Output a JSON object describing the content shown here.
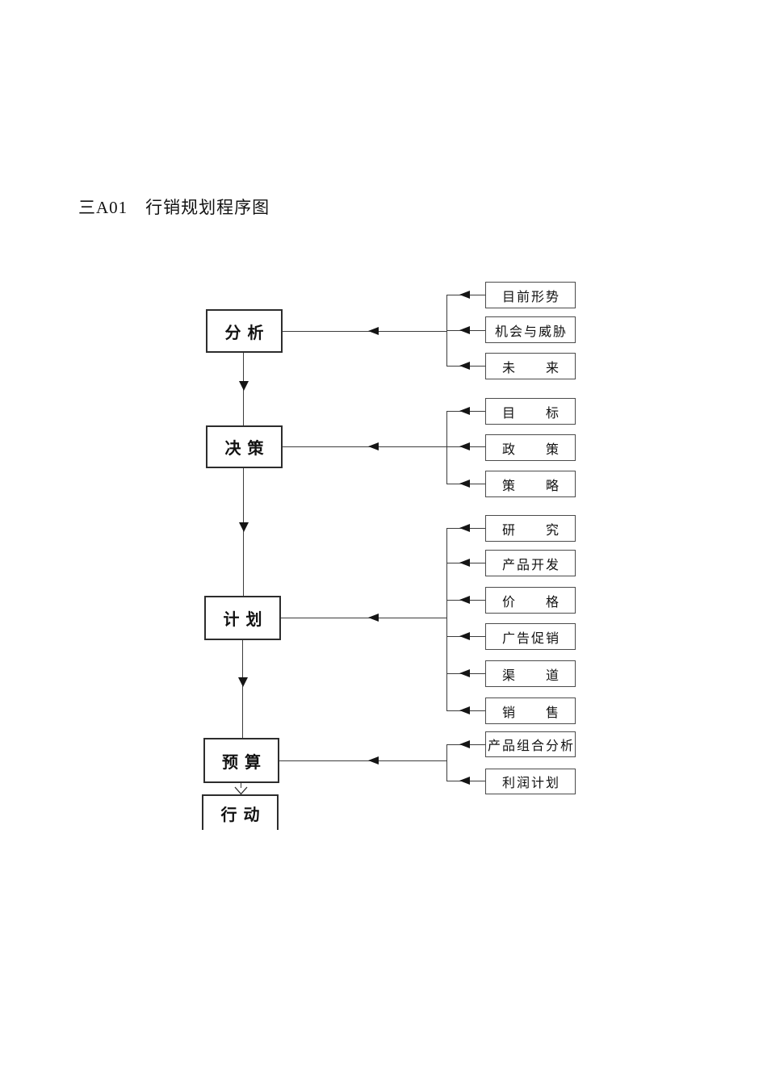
{
  "page": {
    "title": "三A01　行销规划程序图"
  },
  "colors": {
    "background": "#ffffff",
    "line": "#3c3c3c",
    "main_box_border": "#2d2d2d",
    "item_box_border": "#4b4b4b",
    "text": "#121212",
    "arrow": "#151515"
  },
  "flow": {
    "main": [
      "分析",
      "决策",
      "计划",
      "预算",
      "行动"
    ],
    "groups": [
      {
        "target": "分析",
        "items": [
          "目前形势",
          "机会与威胁",
          "未　　来"
        ]
      },
      {
        "target": "决策",
        "items": [
          "目　　标",
          "政　　策",
          "策　　略"
        ]
      },
      {
        "target": "计划",
        "items": [
          "研　　究",
          "产品开发",
          "价　　格",
          "广告促销",
          "渠　　道",
          "销　　售"
        ]
      },
      {
        "target": "预算",
        "items": [
          "产品组合分析",
          "利润计划"
        ]
      }
    ]
  }
}
